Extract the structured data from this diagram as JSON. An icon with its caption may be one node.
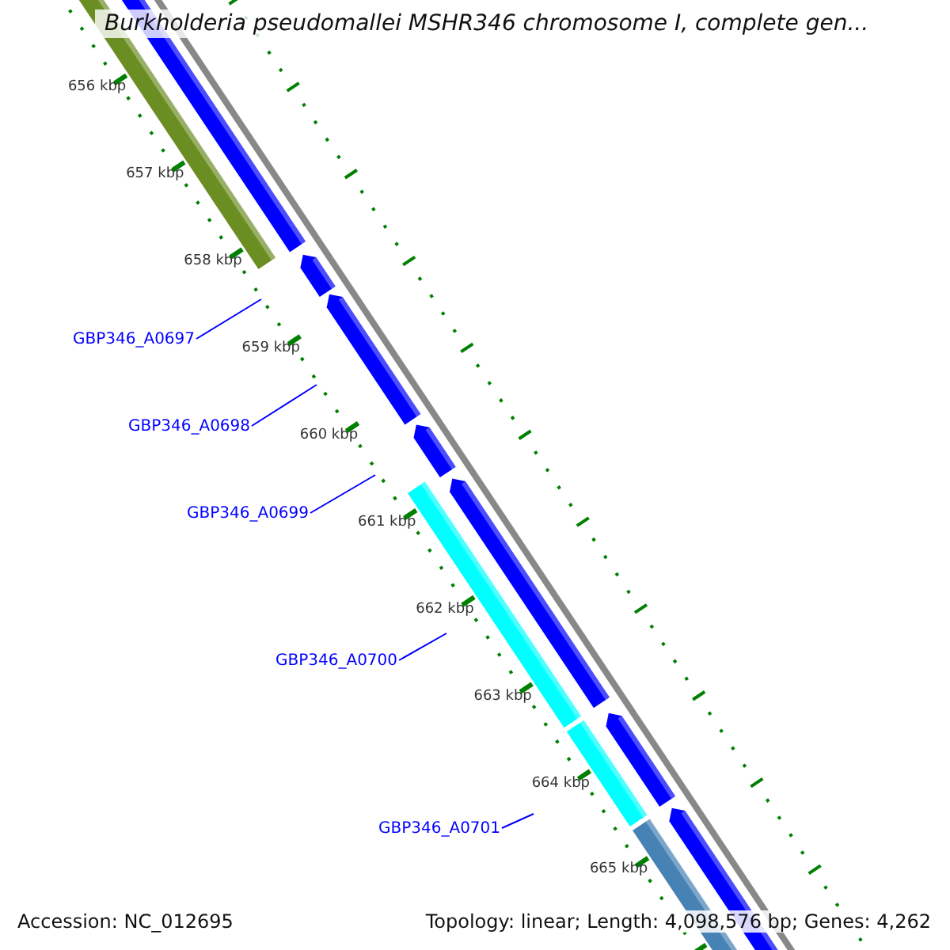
{
  "diagram": {
    "title": "Burkholderia pseudomallei MSHR346 chromosome I, complete gen...",
    "nodes": [
      {
        "text": [
          "GBP346_A0697"
        ]
      },
      {
        "text": [
          "GBP346_A0698"
        ]
      },
      {
        "text": [
          "GBP346_A0699"
        ]
      },
      {
        "text": [
          "GBP346_A0700"
        ]
      },
      {
        "text": [
          "GBP346_A0701"
        ]
      }
    ],
    "edges": [
      {
        "from": 0,
        "to": null,
        "arrow": "none"
      },
      {
        "from": 1,
        "to": null,
        "arrow": "none"
      },
      {
        "from": 2,
        "to": null,
        "arrow": "none"
      },
      {
        "from": 3,
        "to": null,
        "arrow": "none"
      },
      {
        "from": 4,
        "to": null,
        "arrow": "none"
      }
    ],
    "labels": [
      "656 kbp",
      "657 kbp",
      "658 kbp",
      "659 kbp",
      "660 kbp",
      "661 kbp",
      "662 kbp",
      "663 kbp",
      "664 kbp",
      "665 kbp",
      "Accession: NC_012695",
      "Topology: linear; Length: 4,098,576 bp; Genes: 4,262"
    ]
  }
}
